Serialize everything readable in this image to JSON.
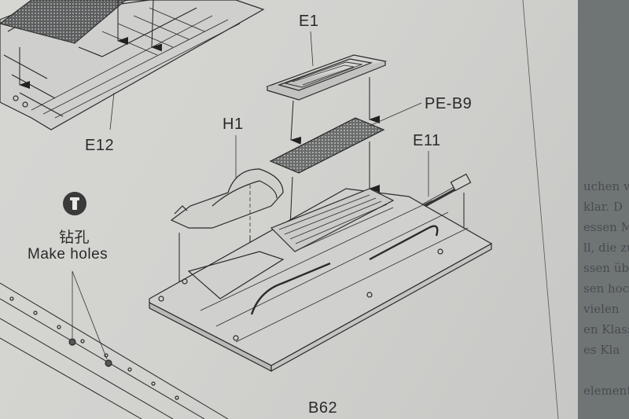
{
  "labels": {
    "e1": "E1",
    "pe_b9": "PE-B9",
    "h1": "H1",
    "e11": "E11",
    "e12": "E12",
    "b62": "B62",
    "make_holes_cn": "钻孔",
    "make_holes_en": "Make holes"
  },
  "background_text": [
    "uchen wi",
    "klar. D",
    "essen M",
    "ll, die zu",
    "ssen über",
    "sen hoch",
    "vielen",
    "en Klass",
    "es Kla",
    "elemente"
  ],
  "colors": {
    "paper": "#d4d4d1",
    "ink": "#2a2a2a",
    "background": "#6f7475"
  },
  "icons": {
    "holes": "drill-holes-icon"
  }
}
